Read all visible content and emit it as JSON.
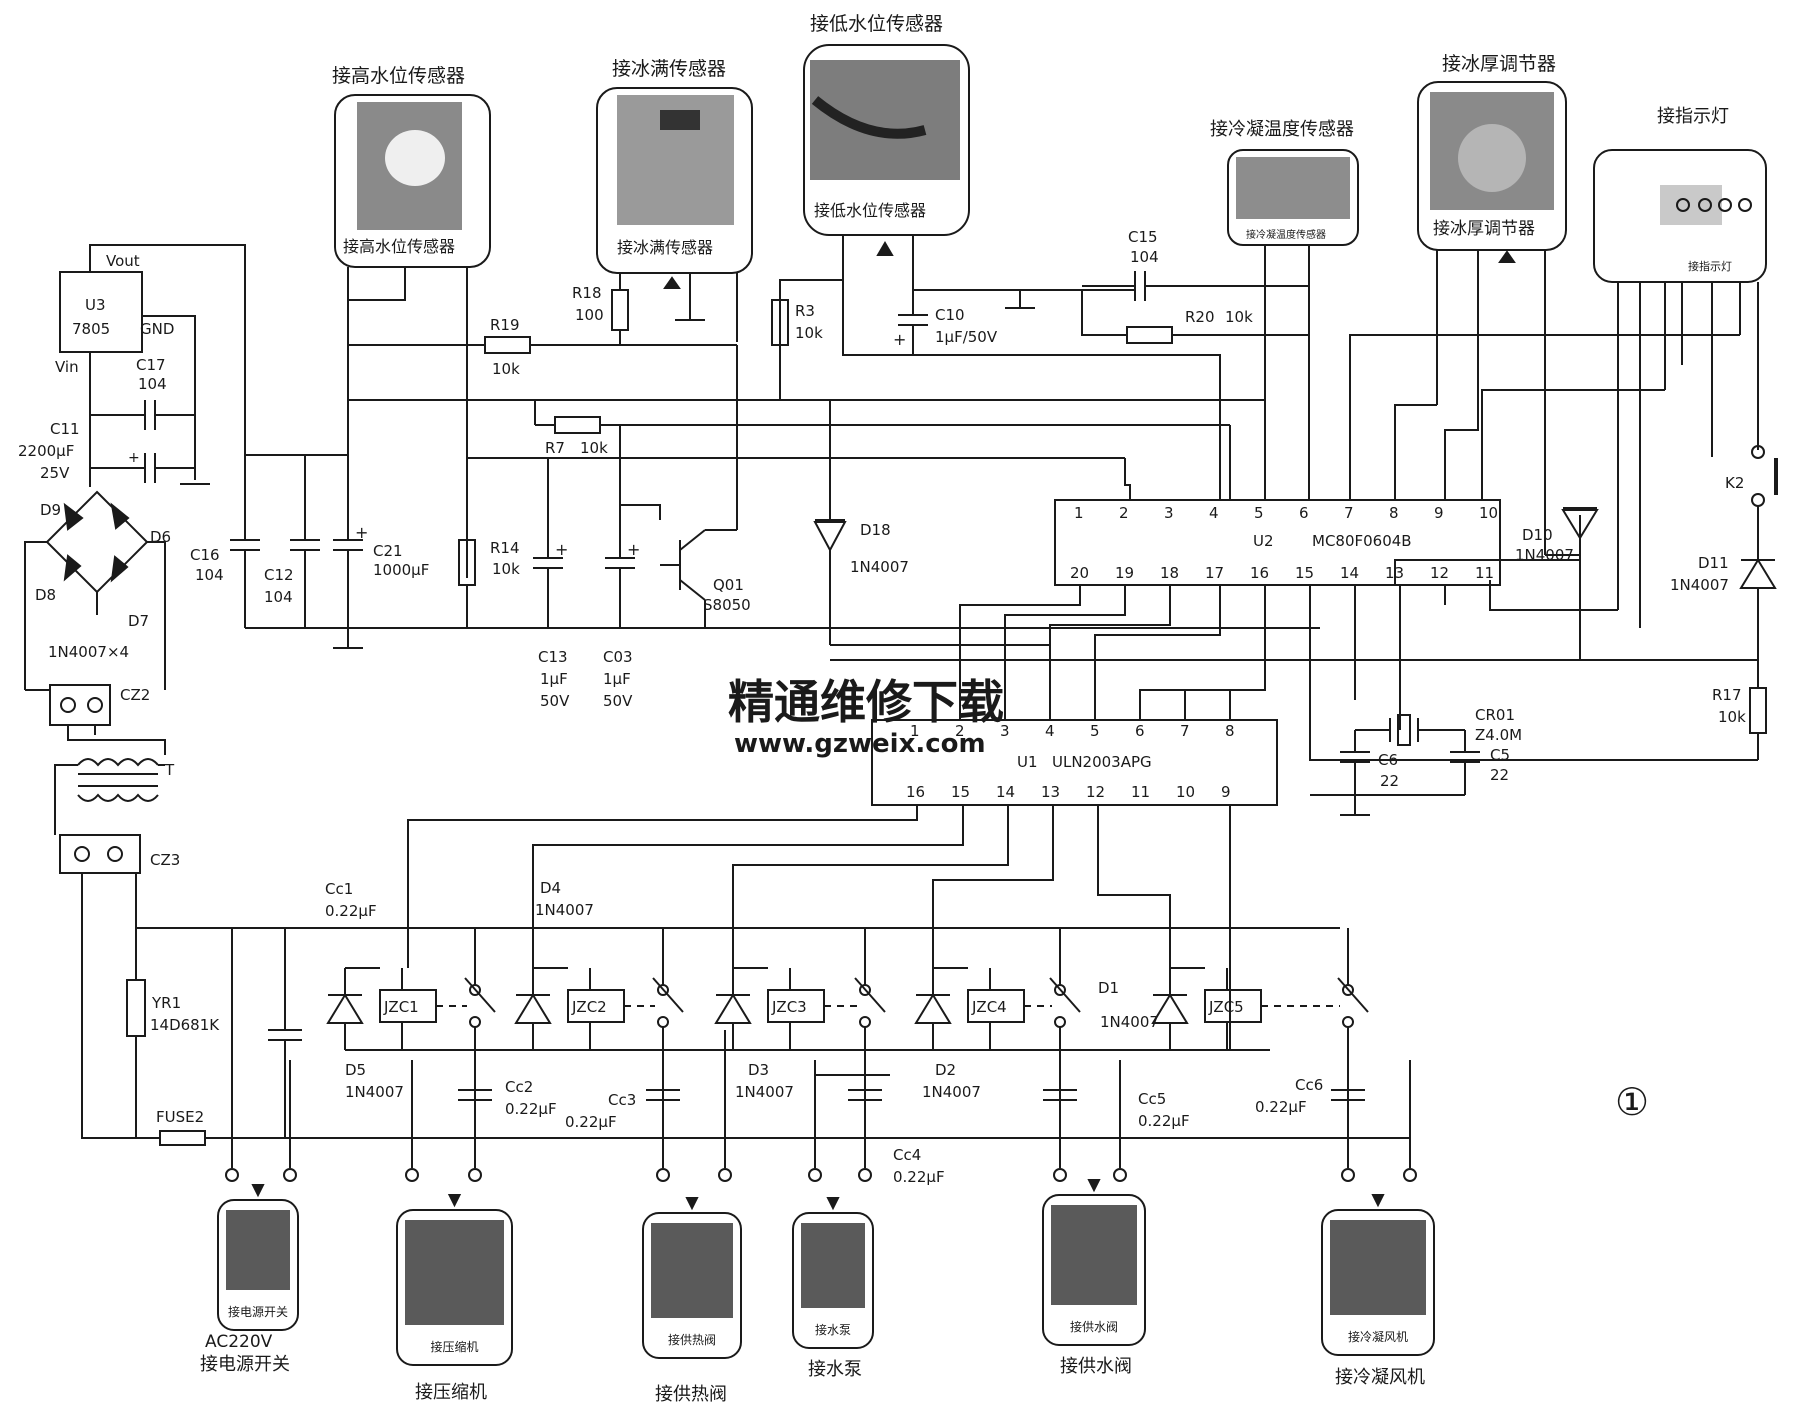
{
  "figure_number": "①",
  "watermark": {
    "title": "精通维修下载",
    "url": "www.gzweix.com",
    "color": "#f3b98a"
  },
  "power": {
    "regulator": {
      "ref": "U3",
      "part": "7805",
      "vout": "Vout",
      "vin": "Vin",
      "gnd": "GND"
    },
    "c17": {
      "ref": "C17",
      "value": "104"
    },
    "c11": {
      "ref": "C11",
      "value": "2200μF",
      "voltage": "25V"
    },
    "diodes": [
      "D9",
      "D6",
      "D8",
      "D7"
    ],
    "bridge_note": "1N4007×4",
    "cz2": "CZ2",
    "transformer": "T",
    "cz3": "CZ3",
    "yr1": {
      "ref": "YR1",
      "value": "14D681K"
    },
    "fuse": "FUSE2",
    "c16": {
      "ref": "C16",
      "value": "104"
    },
    "c12": {
      "ref": "C12",
      "value": "104"
    },
    "c21": {
      "ref": "C21",
      "value": "1000μF"
    }
  },
  "sensors": {
    "high_water": {
      "title": "接高水位传感器",
      "photo_label": "接高水位传感器"
    },
    "ice_full": {
      "title": "接冰满传感器",
      "photo_label": "接冰满传感器"
    },
    "low_water": {
      "title": "接低水位传感器",
      "photo_label": "接低水位传感器"
    },
    "condense_temp": {
      "title": "接冷凝温度传感器",
      "photo_label": "接冷凝温度传感器"
    },
    "ice_thickness": {
      "title": "接冰厚调节器",
      "photo_label": "接冰厚调节器"
    },
    "indicator": {
      "title": "接指示灯",
      "photo_label": "接指示灯"
    }
  },
  "parts": {
    "r18": {
      "ref": "R18",
      "value": "100"
    },
    "r19": {
      "ref": "R19",
      "value": "10k"
    },
    "r7": {
      "ref": "R7",
      "value": "10k"
    },
    "r14": {
      "ref": "R14",
      "value": "10k"
    },
    "r3": {
      "ref": "R3",
      "value": "10k"
    },
    "r20": {
      "ref": "R20",
      "value": "10k"
    },
    "r17": {
      "ref": "R17",
      "value": "10k"
    },
    "c13": {
      "ref": "C13",
      "value": "1μF",
      "voltage": "50V"
    },
    "c03": {
      "ref": "C03",
      "value": "1μF",
      "voltage": "50V"
    },
    "c10": {
      "ref": "C10",
      "value": "1μF/50V"
    },
    "c15": {
      "ref": "C15",
      "value": "104"
    },
    "c6": {
      "ref": "C6",
      "value": "22"
    },
    "c5": {
      "ref": "C5",
      "value": "22"
    },
    "cr01": {
      "ref": "CR01",
      "value": "Z4.0M"
    },
    "q01": {
      "ref": "Q01",
      "part": "S8050"
    },
    "d18": {
      "ref": "D18",
      "part": "1N4007"
    },
    "d10": {
      "ref": "D10",
      "part": "1N4007"
    },
    "d11": {
      "ref": "D11",
      "part": "1N4007"
    },
    "k2": "K2"
  },
  "u2": {
    "ref": "U2",
    "part": "MC80F0604B",
    "pins_top": [
      "1",
      "2",
      "3",
      "4",
      "5",
      "6",
      "7",
      "8",
      "9",
      "10"
    ],
    "pins_bottom": [
      "20",
      "19",
      "18",
      "17",
      "16",
      "15",
      "14",
      "13",
      "12",
      "11"
    ]
  },
  "u1": {
    "ref": "U1",
    "part": "ULN2003APG",
    "pins_top": [
      "1",
      "2",
      "3",
      "4",
      "5",
      "6",
      "7",
      "8"
    ],
    "pins_bottom": [
      "16",
      "15",
      "14",
      "13",
      "12",
      "11",
      "10",
      "9"
    ]
  },
  "relays": {
    "coils": [
      "JZC1",
      "JZC2",
      "JZC3",
      "JZC4",
      "JZC5"
    ],
    "diodes": [
      {
        "ref": "D5",
        "part": "1N4007"
      },
      {
        "ref": "D4",
        "part": "1N4007"
      },
      {
        "ref": "D3",
        "part": "1N4007"
      },
      {
        "ref": "D2",
        "part": "1N4007"
      },
      {
        "ref": "D1",
        "part": "1N4007"
      }
    ],
    "caps": [
      {
        "ref": "Cc1",
        "value": "0.22μF"
      },
      {
        "ref": "Cc2",
        "value": "0.22μF"
      },
      {
        "ref": "Cc3",
        "value": "0.22μF"
      },
      {
        "ref": "Cc4",
        "value": "0.22μF"
      },
      {
        "ref": "Cc5",
        "value": "0.22μF"
      },
      {
        "ref": "Cc6",
        "value": "0.22μF"
      }
    ]
  },
  "loads": [
    {
      "photo_label": "接电源开关",
      "caption": "接电源开关",
      "caption_top": "AC220V"
    },
    {
      "photo_label": "接压缩机",
      "caption": "接压缩机"
    },
    {
      "photo_label": "接供热阀",
      "caption": "接供热阀"
    },
    {
      "photo_label": "接水泵",
      "caption": "接水泵"
    },
    {
      "photo_label": "接供水阀",
      "caption": "接供水阀"
    },
    {
      "photo_label": "接冷凝风机",
      "caption": "接冷凝风机"
    }
  ]
}
